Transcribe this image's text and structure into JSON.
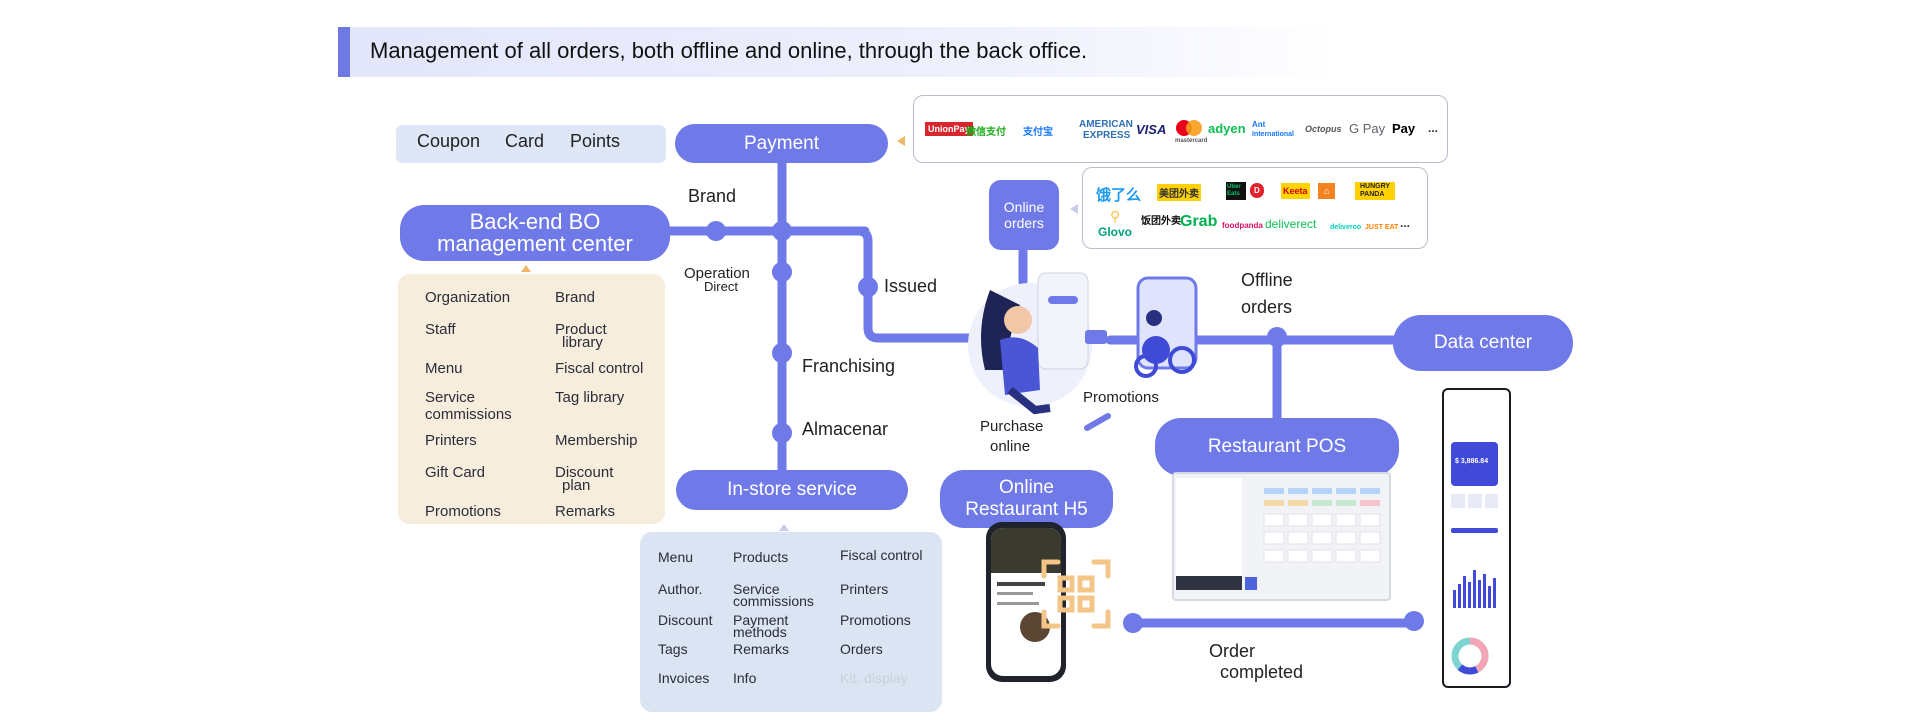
{
  "header": {
    "title": "Management of all orders, both offline and online, through the back office."
  },
  "nodes": {
    "payment": "Payment",
    "backend_line1": "Back-end BO",
    "backend_line2": "management center",
    "instore": "In-store service",
    "online_orders_line1": "Online",
    "online_orders_line2": "orders",
    "data_center": "Data center",
    "restaurant_pos": "Restaurant POS",
    "online_h5_line1": "Online",
    "online_h5_line2": "Restaurant H5"
  },
  "labels": {
    "brand": "Brand",
    "operation": "Operation",
    "direct": "Direct",
    "issued": "Issued",
    "franchising": "Franchising",
    "almacenar": "Almacenar",
    "offline_line1": "Offline",
    "offline_line2": "orders",
    "promotions": "Promotions",
    "purchase_line1": "Purchase",
    "purchase_line2": "online",
    "completed_line1": "Order",
    "completed_line2": "completed"
  },
  "coupon_items": [
    "Coupon",
    "Card",
    "Points"
  ],
  "backend_items": [
    "Organization",
    "Brand",
    "Staff",
    "Product",
    "library",
    "Menu",
    "Fiscal control",
    "Service",
    "commissions",
    "Tag library",
    "Printers",
    "Membership",
    "Gift Card",
    "Discount",
    "plan",
    "Promotions",
    "Remarks"
  ],
  "instore_items": [
    "Menu",
    "Products",
    "Fiscal control",
    "Author.",
    "Service",
    "commissions",
    "Printers",
    "Discount",
    "Payment",
    "methods",
    "Promotions",
    "Tags",
    "Remarks",
    "Orders",
    "Invoices",
    "Info",
    "Kit. display"
  ],
  "payment_logos": [
    "UnionPay",
    "微信支付",
    "支付宝",
    "AMERICAN",
    "EXPRESS",
    "VISA",
    "mastercard",
    "adyen",
    "Ant",
    "International",
    "Octopus",
    "G Pay",
    "Pay",
    "..."
  ],
  "delivery_logos": [
    "饿了么",
    "美团外卖",
    "Uber Eats",
    "Keeta",
    "HUNGRY",
    "PANDA",
    "Glovo",
    "饭团外卖",
    "Grab",
    "foodpanda",
    "deliverect",
    "deliveroo",
    "JUST EAT",
    "..."
  ],
  "dashboard": {
    "amount": "$ 3,886.84"
  },
  "colors": {
    "accent": "#6f7ae8",
    "line": "#6f7ae8",
    "tan": "#f6eddd",
    "blue_panel": "#dbe4f3"
  }
}
